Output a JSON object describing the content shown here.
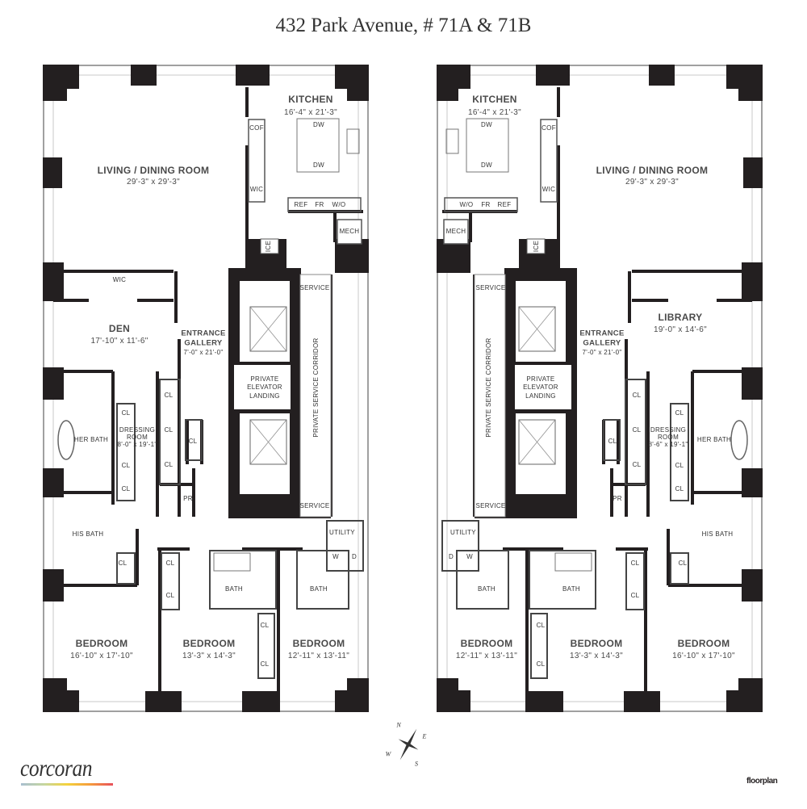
{
  "title": "432 Park Avenue, # 71A & 71B",
  "units": [
    {
      "labels": [
        {
          "name": "kitchen-title",
          "text": "KITCHEN"
        },
        {
          "name": "kitchen-dims",
          "text": "16'-4\" x 21'-3\""
        },
        {
          "name": "living-dining-title",
          "text": "LIVING / DINING ROOM"
        },
        {
          "name": "living-dining-dims",
          "text": "29'-3\" x 29'-3\""
        },
        {
          "name": "cof-label",
          "text": "COF"
        },
        {
          "name": "kitchen-wic-label",
          "text": "WIC"
        },
        {
          "name": "dw-label-1",
          "text": "DW"
        },
        {
          "name": "dw-label-2",
          "text": "DW"
        },
        {
          "name": "ref-label",
          "text": "REF"
        },
        {
          "name": "fr-label",
          "text": "FR"
        },
        {
          "name": "wo-label",
          "text": "W/O"
        },
        {
          "name": "mech-label",
          "text": "MECH"
        },
        {
          "name": "ice-label",
          "text": "ICE"
        },
        {
          "name": "wic-label",
          "text": "WIC"
        },
        {
          "name": "den-title",
          "text": "DEN"
        },
        {
          "name": "den-dims",
          "text": "17'-10\" x 11'-6\""
        },
        {
          "name": "entrance-gallery-title-1",
          "text": "ENTRANCE"
        },
        {
          "name": "entrance-gallery-title-2",
          "text": "GALLERY"
        },
        {
          "name": "entrance-gallery-dims",
          "text": "7'-0\" x 21'-0\""
        },
        {
          "name": "elevator-landing-1",
          "text": "PRIVATE"
        },
        {
          "name": "elevator-landing-2",
          "text": "ELEVATOR"
        },
        {
          "name": "elevator-landing-3",
          "text": "LANDING"
        },
        {
          "name": "service-top",
          "text": "SERVICE"
        },
        {
          "name": "service-bottom",
          "text": "SERVICE"
        },
        {
          "name": "service-corridor",
          "text": "PRIVATE SERVICE CORRIDOR"
        },
        {
          "name": "her-bath",
          "text": "HER BATH"
        },
        {
          "name": "dressing-room-1",
          "text": "DRESSING"
        },
        {
          "name": "dressing-room-2",
          "text": "ROOM"
        },
        {
          "name": "dressing-room-dims",
          "text": "8'-0\" x 19'-1\""
        },
        {
          "name": "cl-1",
          "text": "CL"
        },
        {
          "name": "cl-2",
          "text": "CL"
        },
        {
          "name": "cl-3",
          "text": "CL"
        },
        {
          "name": "cl-4",
          "text": "CL"
        },
        {
          "name": "cl-5",
          "text": "CL"
        },
        {
          "name": "cl-6",
          "text": "CL"
        },
        {
          "name": "cl-7",
          "text": "CL"
        },
        {
          "name": "cl-8",
          "text": "CL"
        },
        {
          "name": "cl-9",
          "text": "CL"
        },
        {
          "name": "cl-10",
          "text": "CL"
        },
        {
          "name": "cl-11",
          "text": "CL"
        },
        {
          "name": "cl-12",
          "text": "CL"
        },
        {
          "name": "pr-label",
          "text": "PR"
        },
        {
          "name": "his-bath",
          "text": "HIS BATH"
        },
        {
          "name": "utility-label",
          "text": "UTILITY"
        },
        {
          "name": "washer-label",
          "text": "W"
        },
        {
          "name": "dryer-label",
          "text": "D"
        },
        {
          "name": "bath-1",
          "text": "BATH"
        },
        {
          "name": "bath-2",
          "text": "BATH"
        },
        {
          "name": "bedroom-1-title",
          "text": "BEDROOM"
        },
        {
          "name": "bedroom-1-dims",
          "text": "16'-10\" x 17'-10\""
        },
        {
          "name": "bedroom-2-title",
          "text": "BEDROOM"
        },
        {
          "name": "bedroom-2-dims",
          "text": "13'-3\" x 14'-3\""
        },
        {
          "name": "bedroom-3-title",
          "text": "BEDROOM"
        },
        {
          "name": "bedroom-3-dims",
          "text": "12'-11\" x 13'-11\""
        }
      ]
    },
    {
      "labels": [
        {
          "name": "kitchen-title",
          "text": "KITCHEN"
        },
        {
          "name": "kitchen-dims",
          "text": "16'-4\" x 21'-3\""
        },
        {
          "name": "living-dining-title",
          "text": "LIVING / DINING ROOM"
        },
        {
          "name": "living-dining-dims",
          "text": "29'-3\" x 29'-3\""
        },
        {
          "name": "cof-label",
          "text": "COF"
        },
        {
          "name": "kitchen-wic-label",
          "text": "WIC"
        },
        {
          "name": "dw-label-1",
          "text": "DW"
        },
        {
          "name": "dw-label-2",
          "text": "DW"
        },
        {
          "name": "ref-label",
          "text": "REF"
        },
        {
          "name": "fr-label",
          "text": "FR"
        },
        {
          "name": "wo-label",
          "text": "W/O"
        },
        {
          "name": "mech-label",
          "text": "MECH"
        },
        {
          "name": "ice-label",
          "text": "ICE"
        },
        {
          "name": "library-title",
          "text": "LIBRARY"
        },
        {
          "name": "library-dims",
          "text": "19'-0\" x 14'-6\""
        },
        {
          "name": "entrance-gallery-title-1",
          "text": "ENTRANCE"
        },
        {
          "name": "entrance-gallery-title-2",
          "text": "GALLERY"
        },
        {
          "name": "entrance-gallery-dims",
          "text": "7'-0\" x 21'-0\""
        },
        {
          "name": "elevator-landing-1",
          "text": "PRIVATE"
        },
        {
          "name": "elevator-landing-2",
          "text": "ELEVATOR"
        },
        {
          "name": "elevator-landing-3",
          "text": "LANDING"
        },
        {
          "name": "service-top",
          "text": "SERVICE"
        },
        {
          "name": "service-bottom",
          "text": "SERVICE"
        },
        {
          "name": "service-corridor",
          "text": "PRIVATE SERVICE CORRIDOR"
        },
        {
          "name": "her-bath",
          "text": "HER BATH"
        },
        {
          "name": "dressing-room-1",
          "text": "DRESSING"
        },
        {
          "name": "dressing-room-2",
          "text": "ROOM"
        },
        {
          "name": "dressing-room-dims",
          "text": "8'-6\" x 19'-1\""
        },
        {
          "name": "cl-1",
          "text": "CL"
        },
        {
          "name": "cl-2",
          "text": "CL"
        },
        {
          "name": "cl-3",
          "text": "CL"
        },
        {
          "name": "cl-4",
          "text": "CL"
        },
        {
          "name": "cl-5",
          "text": "CL"
        },
        {
          "name": "cl-6",
          "text": "CL"
        },
        {
          "name": "cl-7",
          "text": "CL"
        },
        {
          "name": "cl-8",
          "text": "CL"
        },
        {
          "name": "cl-9",
          "text": "CL"
        },
        {
          "name": "cl-10",
          "text": "CL"
        },
        {
          "name": "cl-11",
          "text": "CL"
        },
        {
          "name": "cl-12",
          "text": "CL"
        },
        {
          "name": "pr-label",
          "text": "PR"
        },
        {
          "name": "his-bath",
          "text": "HIS BATH"
        },
        {
          "name": "utility-label",
          "text": "UTILITY"
        },
        {
          "name": "washer-label",
          "text": "W"
        },
        {
          "name": "dryer-label",
          "text": "D"
        },
        {
          "name": "bath-1",
          "text": "BATH"
        },
        {
          "name": "bath-2",
          "text": "BATH"
        },
        {
          "name": "bedroom-1-title",
          "text": "BEDROOM"
        },
        {
          "name": "bedroom-1-dims",
          "text": "16'-10\" x 17'-10\""
        },
        {
          "name": "bedroom-2-title",
          "text": "BEDROOM"
        },
        {
          "name": "bedroom-2-dims",
          "text": "13'-3\" x 14'-3\""
        },
        {
          "name": "bedroom-3-title",
          "text": "BEDROOM"
        },
        {
          "name": "bedroom-3-dims",
          "text": "12'-11\" x 13'-11\""
        }
      ]
    }
  ],
  "compass": {
    "n": "N",
    "e": "E",
    "s": "S",
    "w": "W"
  },
  "branding": {
    "logo": "corcoran",
    "credit": "floorplan"
  },
  "colors": {
    "wall": "#231f20",
    "window": "#9a9a9a"
  }
}
